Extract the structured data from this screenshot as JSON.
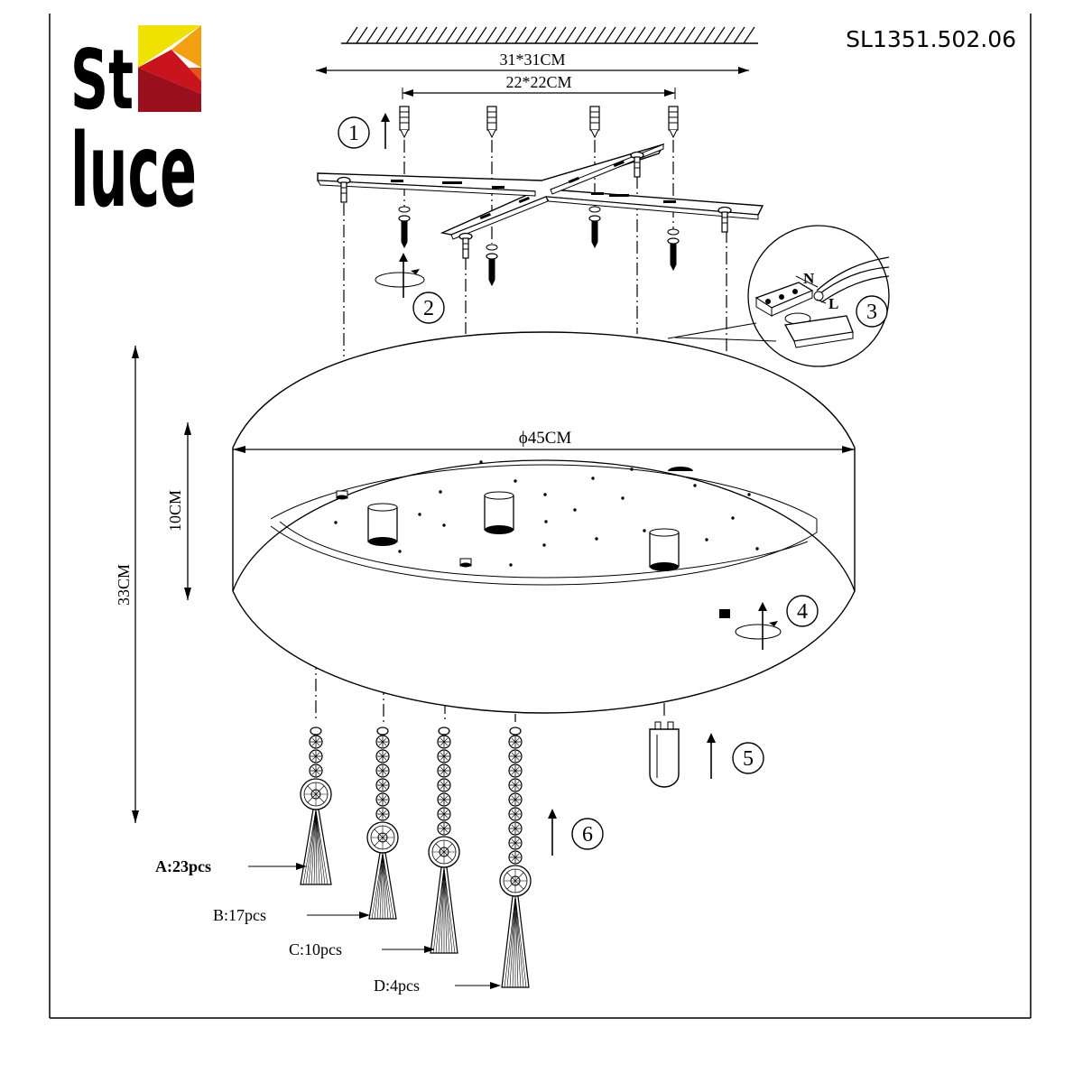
{
  "brand": {
    "line1": "St",
    "line2": "luce",
    "colors": [
      "#f0e200",
      "#f2a012",
      "#e5541b",
      "#c9141e",
      "#9a0f1c"
    ]
  },
  "model": "SL1351.502.06",
  "dimensions": {
    "outer_plate": "31*31CM",
    "inner_plate": "22*22CM",
    "diameter": "ϕ45CM",
    "shade_height": "10CM",
    "total_height": "33CM"
  },
  "wiring": {
    "neutral": "N",
    "live": "L"
  },
  "steps": [
    "1",
    "2",
    "3",
    "4",
    "5",
    "6"
  ],
  "crystals": [
    {
      "label": "A:23pcs"
    },
    {
      "label": "B:17pcs"
    },
    {
      "label": "C:10pcs"
    },
    {
      "label": "D:4pcs"
    }
  ]
}
